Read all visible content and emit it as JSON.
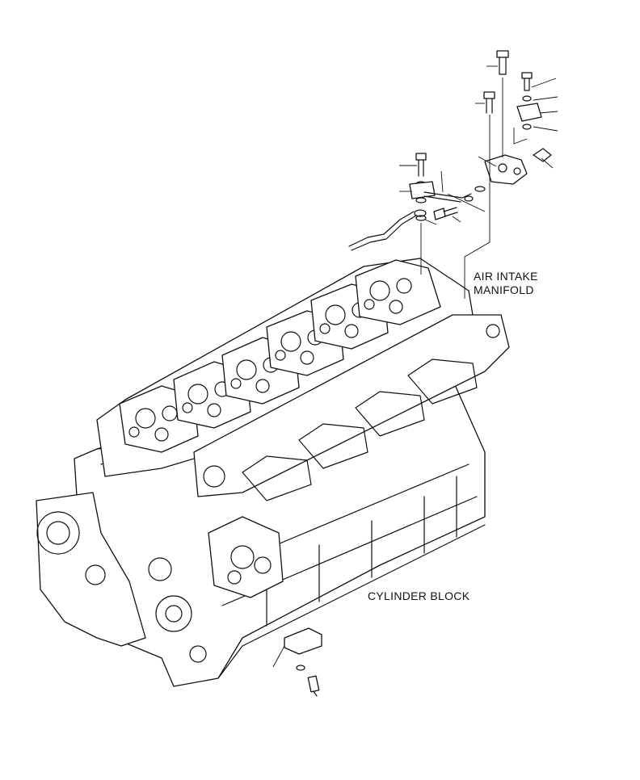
{
  "labels": {
    "air_intake_manifold": [
      "AIR INTAKE",
      "MANIFOLD"
    ],
    "cylinder_block": "CYLINDER BLOCK"
  },
  "colors": {
    "background": "#ffffff",
    "line": "#111111"
  }
}
